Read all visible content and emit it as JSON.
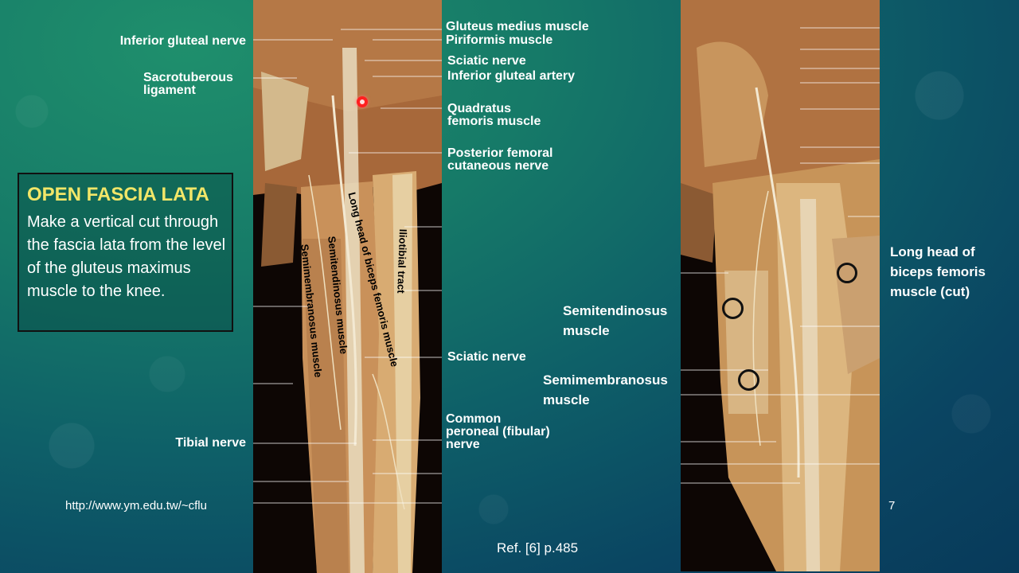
{
  "callout": {
    "title": "OPEN FASCIA LATA",
    "body": "Make a vertical cut through the fascia lata from the level of the gluteus maximus muscle to the knee."
  },
  "left_labels": {
    "inferior_gluteal_nerve": "Inferior gluteal nerve",
    "sacrotuberous_ligament": "Sacrotuberous\nligament",
    "tibial_nerve": "Tibial nerve"
  },
  "middle_labels": {
    "gluteus_medius": "Gluteus medius muscle",
    "piriformis": "Piriformis muscle",
    "sciatic_nerve_top": "Sciatic nerve",
    "inferior_gluteal_artery": "Inferior gluteal artery",
    "quadratus_femoris": "Quadratus\nfemoris muscle",
    "posterior_femoral_cutaneous": "Posterior femoral\ncutaneous nerve",
    "sciatic_nerve_mid": "Sciatic nerve",
    "common_peroneal": "Common\nperoneal (fibular)\nnerve"
  },
  "photo_labels": {
    "long_head_biceps": "Long head of biceps femoris muscle",
    "iliotibial_tract": "Iliotibial tract",
    "semitendinosus": "Semitendinosus muscle",
    "semimembranosus": "Semimembranosus muscle"
  },
  "right_labels": {
    "long_head_cut": "Long head of\nbiceps femoris\nmuscle (cut)",
    "semitendinosus": "Semitendinosus\nmuscle",
    "semimembranosus": "Semimembranosus\nmuscle"
  },
  "footer": {
    "url": "http://www.ym.edu.tw/~cflu",
    "page_number": "7",
    "reference": "Ref. [6] p.485"
  },
  "colors": {
    "callout_title": "#f2e668",
    "tissue": "#c9915a",
    "marker": "#ff2020"
  }
}
